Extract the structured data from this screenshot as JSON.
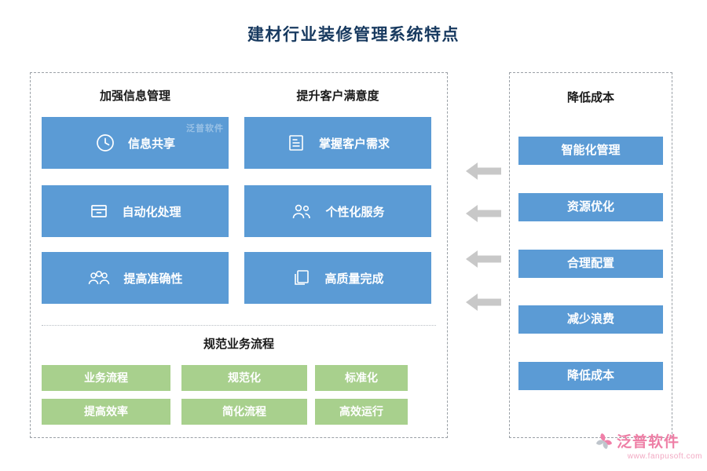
{
  "title": "建材行业装修管理系统特点",
  "watermark": "泛普软件",
  "left_panel": {
    "sections": [
      {
        "header": "加强信息管理",
        "items": [
          {
            "icon": "clock-icon",
            "label": "信息共享"
          },
          {
            "icon": "envelope-icon",
            "label": "自动化处理"
          },
          {
            "icon": "people-icon",
            "label": "提高准确性"
          }
        ]
      },
      {
        "header": "提升客户满意度",
        "items": [
          {
            "icon": "form-icon",
            "label": "掌握客户需求"
          },
          {
            "icon": "two-people-icon",
            "label": "个性化服务"
          },
          {
            "icon": "documents-icon",
            "label": "高质量完成"
          }
        ]
      }
    ],
    "process_section": {
      "header": "规范业务流程",
      "rows": [
        [
          "业务流程",
          "规范化",
          "标准化"
        ],
        [
          "提高效率",
          "简化流程",
          "高效运行"
        ]
      ]
    }
  },
  "right_panel": {
    "header": "降低成本",
    "items": [
      "智能化管理",
      "资源优化",
      "合理配置",
      "减少浪费",
      "降低成本"
    ]
  },
  "logo": {
    "name": "泛普软件",
    "url": "www.fanpusoft.com"
  },
  "colors": {
    "title": "#17395F",
    "feature_blue": "#5B9BD5",
    "process_green": "#A8D08D",
    "arrow_gray": "#C8C8C8",
    "logo_pink": "#EE7FA6"
  }
}
